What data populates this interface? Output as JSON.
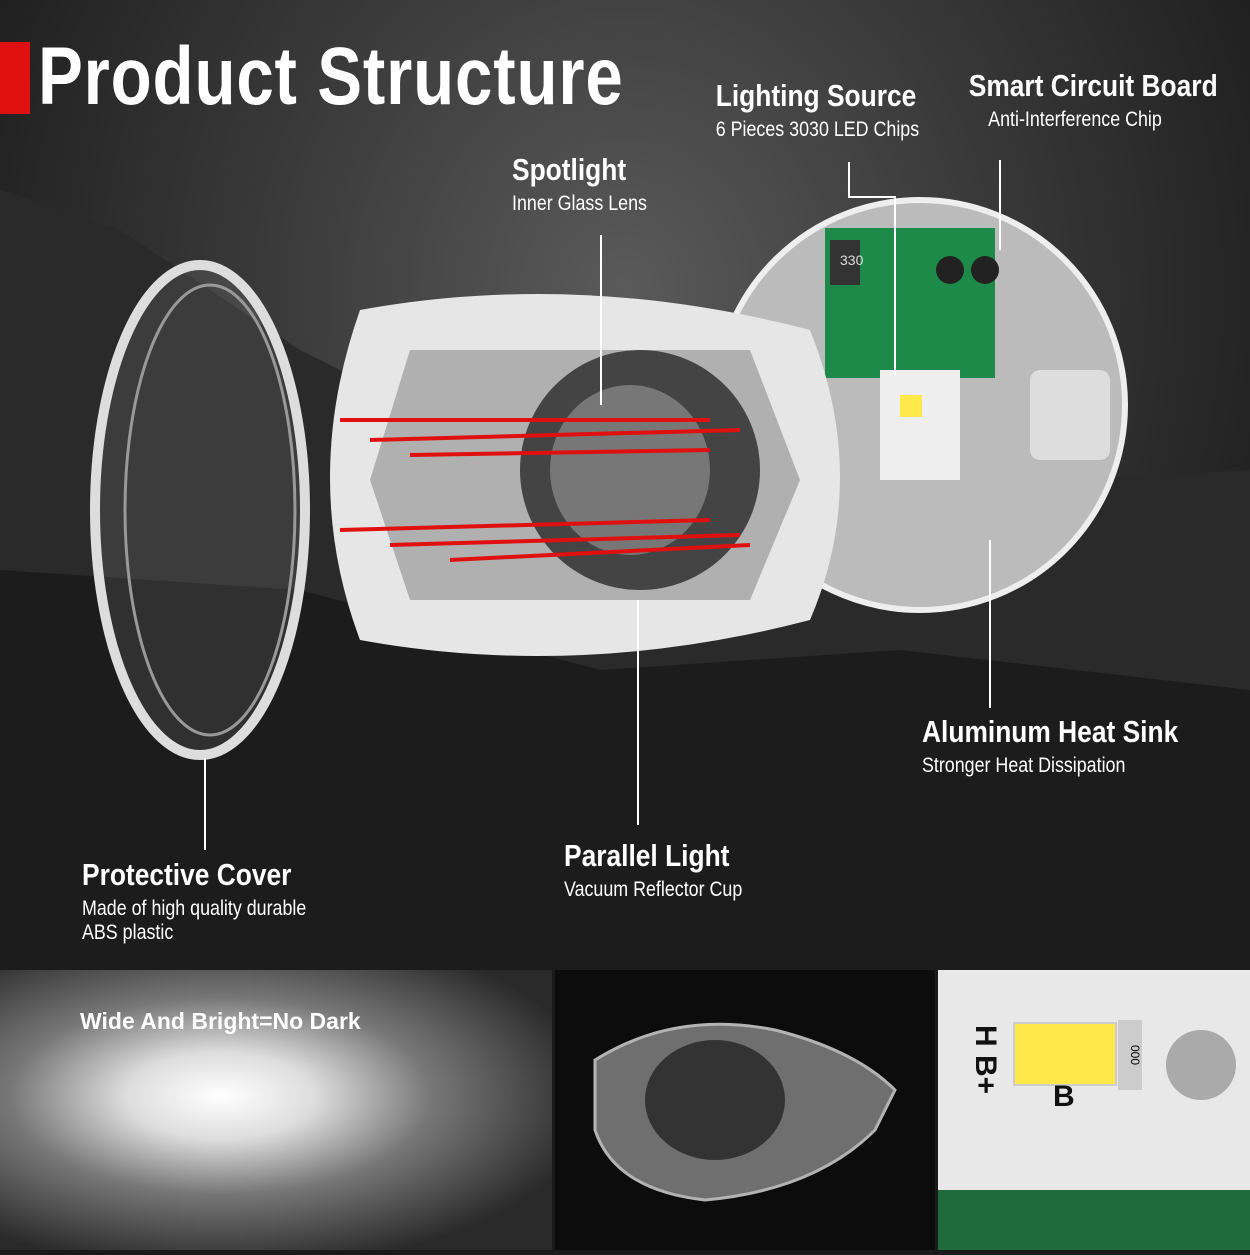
{
  "title": "Product Structure",
  "accent_color": "#e01010",
  "labels": {
    "lighting_source": {
      "title": "Lighting Source",
      "subtitle": "6 Pieces 3030 LED Chips"
    },
    "smart_circuit_board": {
      "title": "Smart Circuit Board",
      "subtitle": "Anti-Interference Chip"
    },
    "spotlight": {
      "title": "Spotlight",
      "subtitle": "Inner Glass Lens"
    },
    "aluminum_heat_sink": {
      "title": "Aluminum Heat Sink",
      "subtitle": "Stronger Heat Dissipation"
    },
    "parallel_light": {
      "title": "Parallel Light",
      "subtitle": "Vacuum Reflector Cup"
    },
    "protective_cover": {
      "title": "Protective Cover",
      "subtitle_line1": "Made of high quality durable",
      "subtitle_line2": "ABS plastic"
    }
  },
  "panels": {
    "beam": {
      "caption": "Wide And Bright=No Dark"
    },
    "board_markings": {
      "hb_plus": "H B+",
      "b": "B",
      "resistor": "000"
    },
    "circuit_marking": "330"
  }
}
